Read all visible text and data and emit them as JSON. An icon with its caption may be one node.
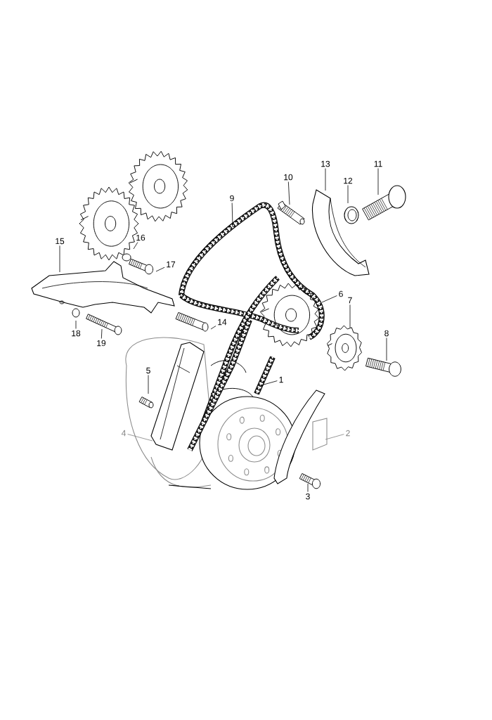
{
  "diagram": {
    "nodes": [
      {
        "text": [
          "1"
        ]
      },
      {
        "text": [
          "2"
        ]
      },
      {
        "text": [
          "3"
        ]
      },
      {
        "text": [
          "4"
        ]
      },
      {
        "text": [
          "5"
        ]
      },
      {
        "text": [
          "6"
        ]
      },
      {
        "text": [
          "7"
        ]
      },
      {
        "text": [
          "8"
        ]
      },
      {
        "text": [
          "9"
        ]
      },
      {
        "text": [
          "10"
        ]
      },
      {
        "text": [
          "11"
        ]
      },
      {
        "text": [
          "12"
        ]
      },
      {
        "text": [
          "13"
        ]
      },
      {
        "text": [
          "14"
        ]
      },
      {
        "text": [
          "15"
        ]
      },
      {
        "text": [
          "16"
        ]
      },
      {
        "text": [
          "17"
        ]
      },
      {
        "text": [
          "18"
        ]
      },
      {
        "text": [
          "19"
        ]
      }
    ],
    "edges": [
      {
        "from": 0,
        "to": null,
        "arrow": "none"
      },
      {
        "from": 1,
        "to": null,
        "arrow": "none",
        "color": "#808080"
      },
      {
        "from": 2,
        "to": null,
        "arrow": "none"
      },
      {
        "from": 3,
        "to": null,
        "arrow": "none",
        "color": "#808080"
      },
      {
        "from": 4,
        "to": null,
        "arrow": "none"
      },
      {
        "from": 5,
        "to": null,
        "arrow": "none"
      },
      {
        "from": 6,
        "to": null,
        "arrow": "none"
      },
      {
        "from": 7,
        "to": null,
        "arrow": "none"
      },
      {
        "from": 8,
        "to": null,
        "arrow": "none"
      },
      {
        "from": 9,
        "to": null,
        "arrow": "none"
      },
      {
        "from": 10,
        "to": null,
        "arrow": "none"
      },
      {
        "from": 11,
        "to": null,
        "arrow": "none"
      },
      {
        "from": 12,
        "to": null,
        "arrow": "none"
      },
      {
        "from": 13,
        "to": null,
        "arrow": "none"
      },
      {
        "from": 14,
        "to": null,
        "arrow": "none"
      },
      {
        "from": 15,
        "to": null,
        "arrow": "none"
      },
      {
        "from": 16,
        "to": null,
        "arrow": "none"
      },
      {
        "from": 17,
        "to": null,
        "arrow": "none"
      },
      {
        "from": 18,
        "to": null,
        "arrow": "none"
      }
    ]
  }
}
